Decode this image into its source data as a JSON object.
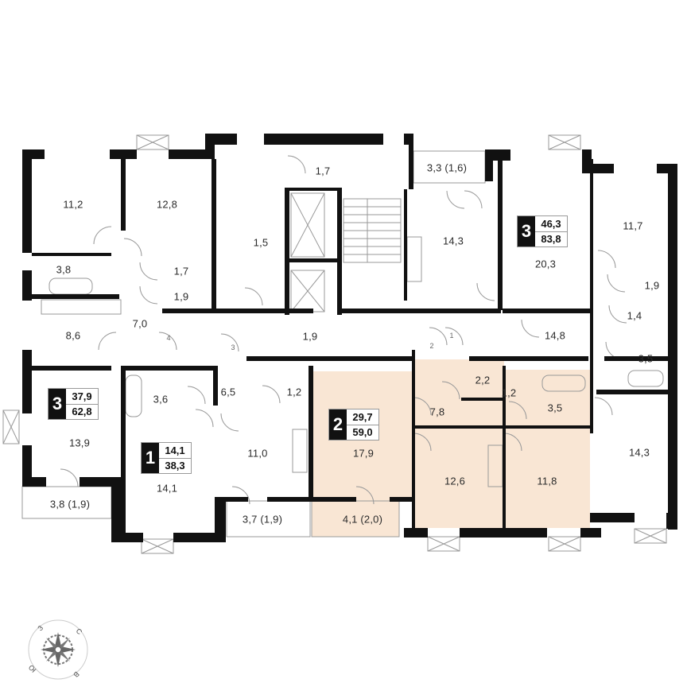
{
  "plan": {
    "title": "Floor plan",
    "highlight_color": "#f9e6d4",
    "wall_color": "#111111"
  },
  "apartments": [
    {
      "id": "apt-3-left",
      "rooms": "3",
      "living_area": "37,9",
      "total_area": "62,8"
    },
    {
      "id": "apt-1",
      "rooms": "1",
      "living_area": "14,1",
      "total_area": "38,3"
    },
    {
      "id": "apt-2",
      "rooms": "2",
      "living_area": "29,7",
      "total_area": "59,0",
      "highlighted": true
    },
    {
      "id": "apt-3-right",
      "rooms": "3",
      "living_area": "46,3",
      "total_area": "83,8"
    }
  ],
  "rooms": {
    "r11_2": "11,2",
    "r12_8": "12,8",
    "r3_8": "3,8",
    "r1_7a": "1,7",
    "r1_9a": "1,9",
    "r8_6": "8,6",
    "r7_0": "7,0",
    "r1_5": "1,5",
    "r1_7b": "1,7",
    "r3_3": "3,3 (1,6)",
    "r14_3a": "14,3",
    "r20_3": "20,3",
    "r11_7": "11,7",
    "r1_9b": "1,9",
    "r1_4": "1,4",
    "r3_5a": "3,5",
    "r14_8": "14,8",
    "r1_9c": "1,9",
    "r13_9": "13,9",
    "r3_8b": "3,8 (1,9)",
    "r3_6": "3,6",
    "r14_1": "14,1",
    "r6_5": "6,5",
    "r1_2a": "1,2",
    "r11_0": "11,0",
    "r3_7": "3,7 (1,9)",
    "r17_9": "17,9",
    "r4_1": "4,1 (2,0)",
    "r2_2": "2,2",
    "r1_2b": "1,2",
    "r7_8": "7,8",
    "r3_5b": "3,5",
    "r12_6": "12,6",
    "r11_8": "11,8",
    "r14_3b": "14,3"
  },
  "door_numbers": [
    "1",
    "2",
    "3",
    "4"
  ],
  "compass": {
    "icon": "compass-rose-icon",
    "n": "С",
    "e": "В",
    "s": "Ю",
    "w": "З"
  }
}
